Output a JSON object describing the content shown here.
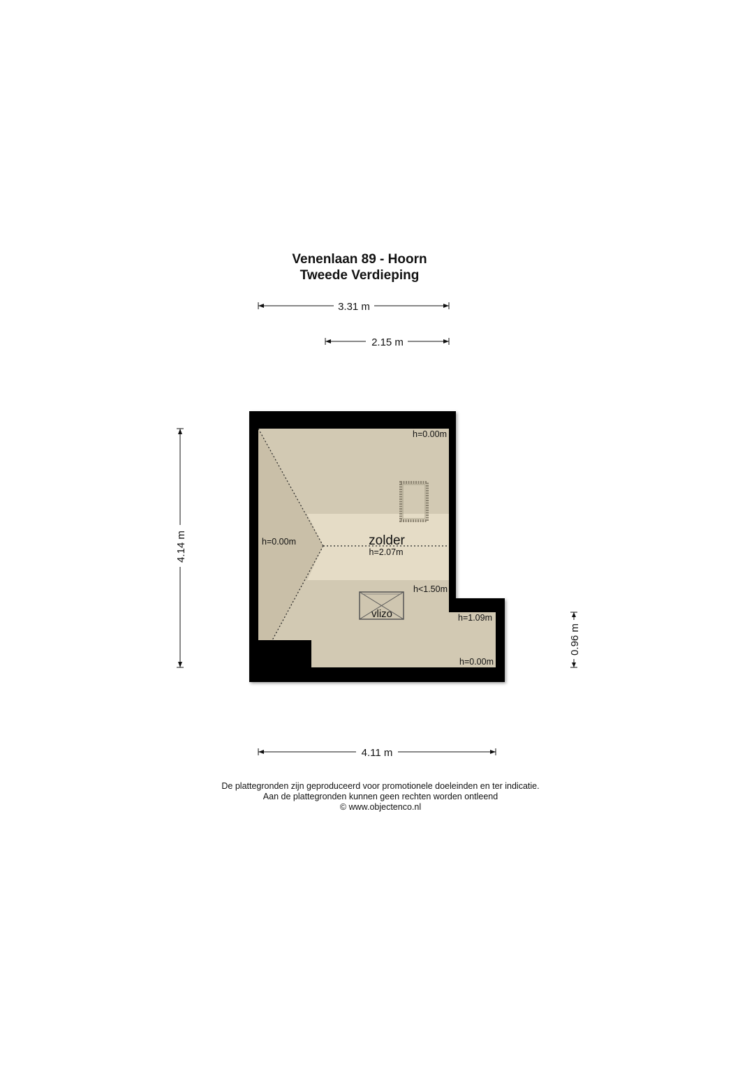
{
  "header": {
    "address": "Venenlaan 89 - Hoorn",
    "floor": "Tweede Verdieping"
  },
  "dimensions": {
    "top_width": "3.31 m",
    "top_partial_width": "2.15 m",
    "left_height": "4.14 m",
    "right_height": "0.96 m",
    "bottom_width": "4.11 m"
  },
  "room": {
    "name": "zolder",
    "ridge_height": "h=2.07m",
    "top_right_height": "h=0.00m",
    "left_height": "h=0.00m",
    "side_height_under": "h<1.50m",
    "step_height": "h=1.09m",
    "bottom_right_height": "h=0.00m",
    "hatch_label": "vlizo"
  },
  "footer": {
    "line1": "De plattegronden zijn geproduceerd voor promotionele doeleinden en ter indicatie.",
    "line2": "Aan de plattegronden kunnen geen rechten worden ontleend",
    "line3": "© www.objectenco.nl"
  },
  "colors": {
    "wall": "#000000",
    "floor": "#d2c9b3",
    "ridge_band": "#e5dcc6",
    "text": "#111111"
  }
}
